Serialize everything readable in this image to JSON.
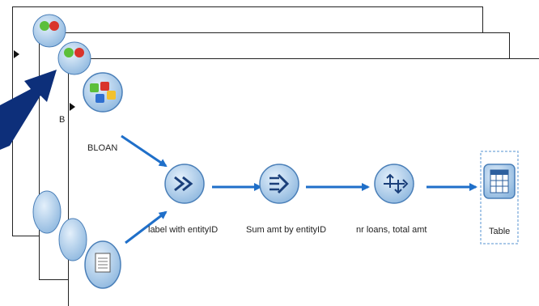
{
  "colors": {
    "big_arrow": "#0d2f7a",
    "flow_arrow": "#1f6fc9",
    "node_fill": "#a8cbe8",
    "node_stroke": "#4a7fb8",
    "table_selection": "#8db7e0"
  },
  "background_panels": {
    "panel_1_node_label": "",
    "panel_2_node_label": "B"
  },
  "stream": {
    "nodes": [
      {
        "id": "bloan",
        "label": "BLOAN",
        "icon": "puzzle-source-icon"
      },
      {
        "id": "var-file",
        "label": "",
        "icon": "var-file-source-icon"
      },
      {
        "id": "label-entity",
        "label": "label with entityID",
        "icon": "merge-double-chevron-icon"
      },
      {
        "id": "sum-amt",
        "label": "Sum amt by entityID",
        "icon": "aggregate-icon"
      },
      {
        "id": "nr-loans",
        "label": "nr loans, total amt",
        "icon": "derive-arrows-icon"
      },
      {
        "id": "table",
        "label": "Table",
        "icon": "table-grid-icon"
      }
    ]
  }
}
